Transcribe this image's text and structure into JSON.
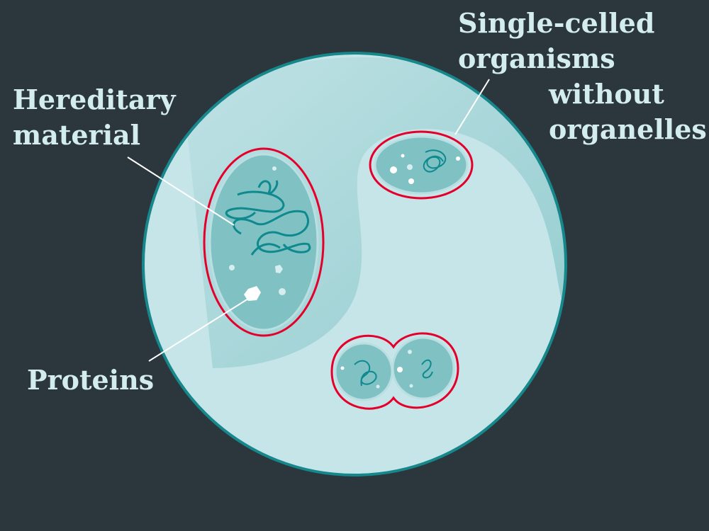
{
  "labels": {
    "hereditary_line1": "Hereditary",
    "hereditary_line2": "material",
    "proteins": "Proteins",
    "single_line1": "Single-celled",
    "single_line2": "organisms",
    "single_line3": "without",
    "single_line4": "organelles"
  },
  "colors": {
    "background": "#2c363d",
    "dish_fill": "#c5e5e8",
    "dish_border": "#16878b",
    "cell_fill": "#80c1c4",
    "membrane": "#e4002b",
    "dna": "#0e8a8e",
    "label_text": "#d3ecee"
  }
}
